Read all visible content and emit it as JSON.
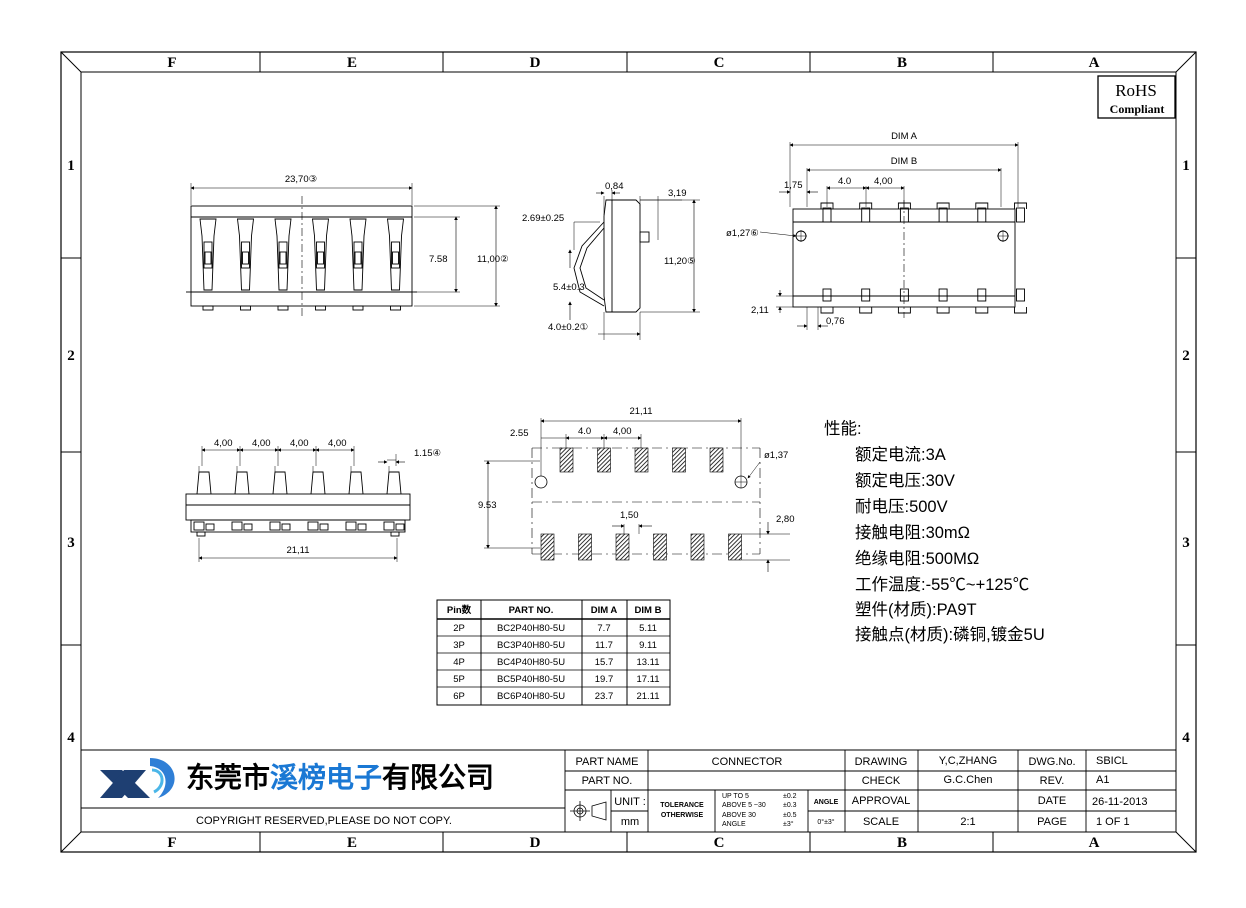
{
  "frame": {
    "columns": [
      "F",
      "E",
      "D",
      "C",
      "B",
      "A"
    ],
    "rows": [
      "1",
      "2",
      "3",
      "4"
    ]
  },
  "rohs": {
    "line1": "RoHS",
    "line2": "Compliant"
  },
  "top_view": {
    "width": "23,70③",
    "height_inner": "7.58",
    "height_outer": "11,00②"
  },
  "side_view": {
    "d1": "0,84",
    "d2": "3,19",
    "d3": "2.69±0.25",
    "d4": "5.4±0.3",
    "d5": "4.0±0.2①",
    "d6": "11,20⑤"
  },
  "end_view": {
    "dim_a": "DIM A",
    "dim_b": "DIM B",
    "p1": "1,75",
    "p2": "4.0",
    "p3": "4,00",
    "hole": "ø1,27⑥",
    "d1": "2,11",
    "d2": "0,76"
  },
  "front_view": {
    "pitches": [
      "4,00",
      "4,00",
      "4,00",
      "4,00"
    ],
    "tip": "1.15④",
    "width": "21,11"
  },
  "pcb_view": {
    "width": "21,11",
    "off": "2.55",
    "p1": "4.0",
    "p2": "4,00",
    "hole": "ø1,37",
    "height": "9.53",
    "pad": "1,50",
    "d": "2,80"
  },
  "parts_table": {
    "headers": [
      "Pin数",
      "PART NO.",
      "DIM A",
      "DIM B"
    ],
    "rows": [
      [
        "2P",
        "BC2P40H80-5U",
        "7.7",
        "5.11"
      ],
      [
        "3P",
        "BC3P40H80-5U",
        "11.7",
        "9.11"
      ],
      [
        "4P",
        "BC4P40H80-5U",
        "15.7",
        "13.11"
      ],
      [
        "5P",
        "BC5P40H80-5U",
        "19.7",
        "17.11"
      ],
      [
        "6P",
        "BC6P40H80-5U",
        "23.7",
        "21.11"
      ]
    ]
  },
  "specs": {
    "title": "性能:",
    "lines": [
      "额定电流:3A",
      "额定电压:30V",
      "耐电压:500V",
      "接触电阻:30mΩ",
      "绝缘电阻:500MΩ",
      "工作温度:-55℃~+125℃",
      "塑件(材质):PA9T",
      "接触点(材质):磷铜,镀金5U"
    ]
  },
  "title_block": {
    "company": {
      "part1": "东莞市",
      "part2": "溪榜电子",
      "part3": "有限公司"
    },
    "copyright": "COPYRIGHT RESERVED,PLEASE DO NOT COPY.",
    "part_name_label": "PART NAME",
    "part_name": "CONNECTOR",
    "part_no_label": "PART NO.",
    "unit_label": "UNIT :",
    "unit": "mm",
    "tolerance1": "TOLERANCE",
    "tolerance2": "OTHERWISE",
    "tol_lines": [
      "UP TO 5",
      "ABOVE 5 ~30",
      "ABOVE 30",
      "ANGLE"
    ],
    "tol_vals": [
      "±0.2",
      "±0.3",
      "±0.5",
      "±3°"
    ],
    "angle_label": "ANGLE",
    "angle_val": "0°±3°",
    "drawing_label": "DRAWING",
    "drawing": "Y,C,ZHANG",
    "check_label": "CHECK",
    "check": "G.C.Chen",
    "approval_label": "APPROVAL",
    "scale_label": "SCALE",
    "scale": "2:1",
    "dwg_label": "DWG.No.",
    "dwg": "SBICL",
    "rev_label": "REV.",
    "rev": "A1",
    "date_label": "DATE",
    "date": "26-11-2013",
    "page_label": "PAGE",
    "page": "1 OF 1"
  }
}
